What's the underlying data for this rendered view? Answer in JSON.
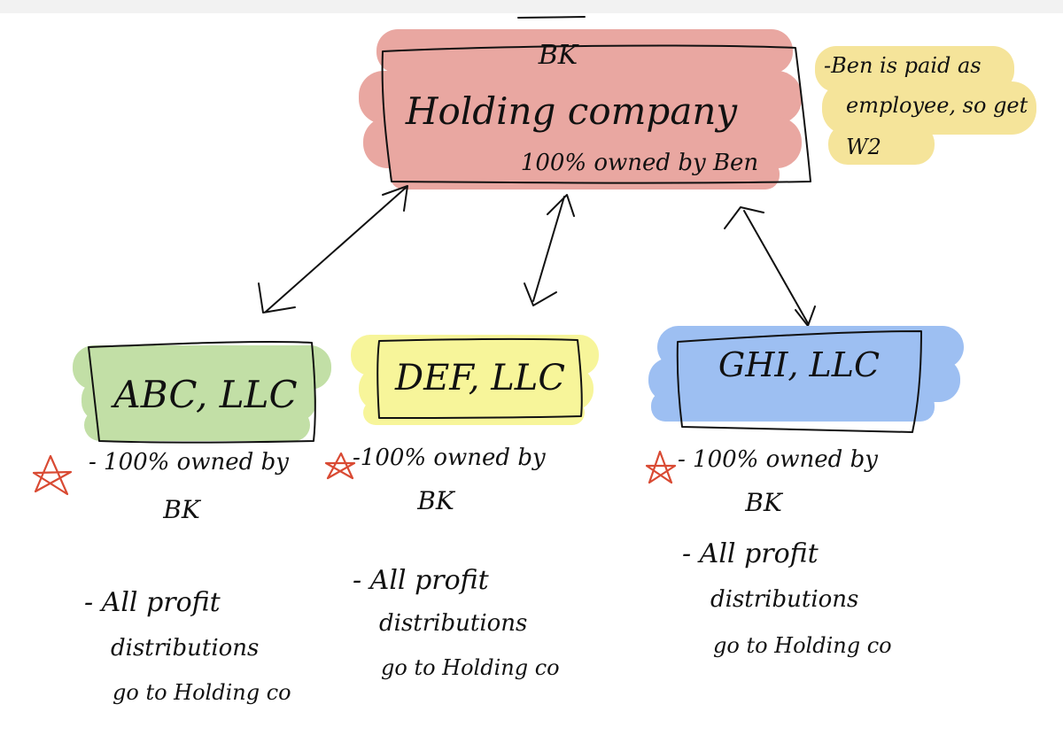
{
  "holding": {
    "abbrev": "BK",
    "name": "Holding company",
    "ownership": "100% owned by Ben",
    "color": "#e8a39c"
  },
  "note": {
    "lines": [
      "-Ben is paid as",
      "employee, so get",
      "W2"
    ],
    "color": "#f5e49a"
  },
  "subsidiaries": [
    {
      "name": "ABC, LLC",
      "color": "#c2dfa6",
      "owned_line1": "- 100% owned by",
      "owned_line2": "BK",
      "profit_lines": [
        "- All profit",
        "distributions",
        "go to Holding co"
      ]
    },
    {
      "name": "DEF, LLC",
      "color": "#f7f59a",
      "owned_line1": "-100% owned by",
      "owned_line2": "BK",
      "profit_lines": [
        "- All profit",
        "distributions",
        "go to Holding co"
      ]
    },
    {
      "name": "GHI, LLC",
      "color": "#9dbff2",
      "owned_line1": "- 100% owned by",
      "owned_line2": "BK",
      "profit_lines": [
        "- All profit",
        "distributions",
        "go to Holding co"
      ]
    }
  ],
  "marker_color": "#d94a33",
  "ink_color": "#111111"
}
